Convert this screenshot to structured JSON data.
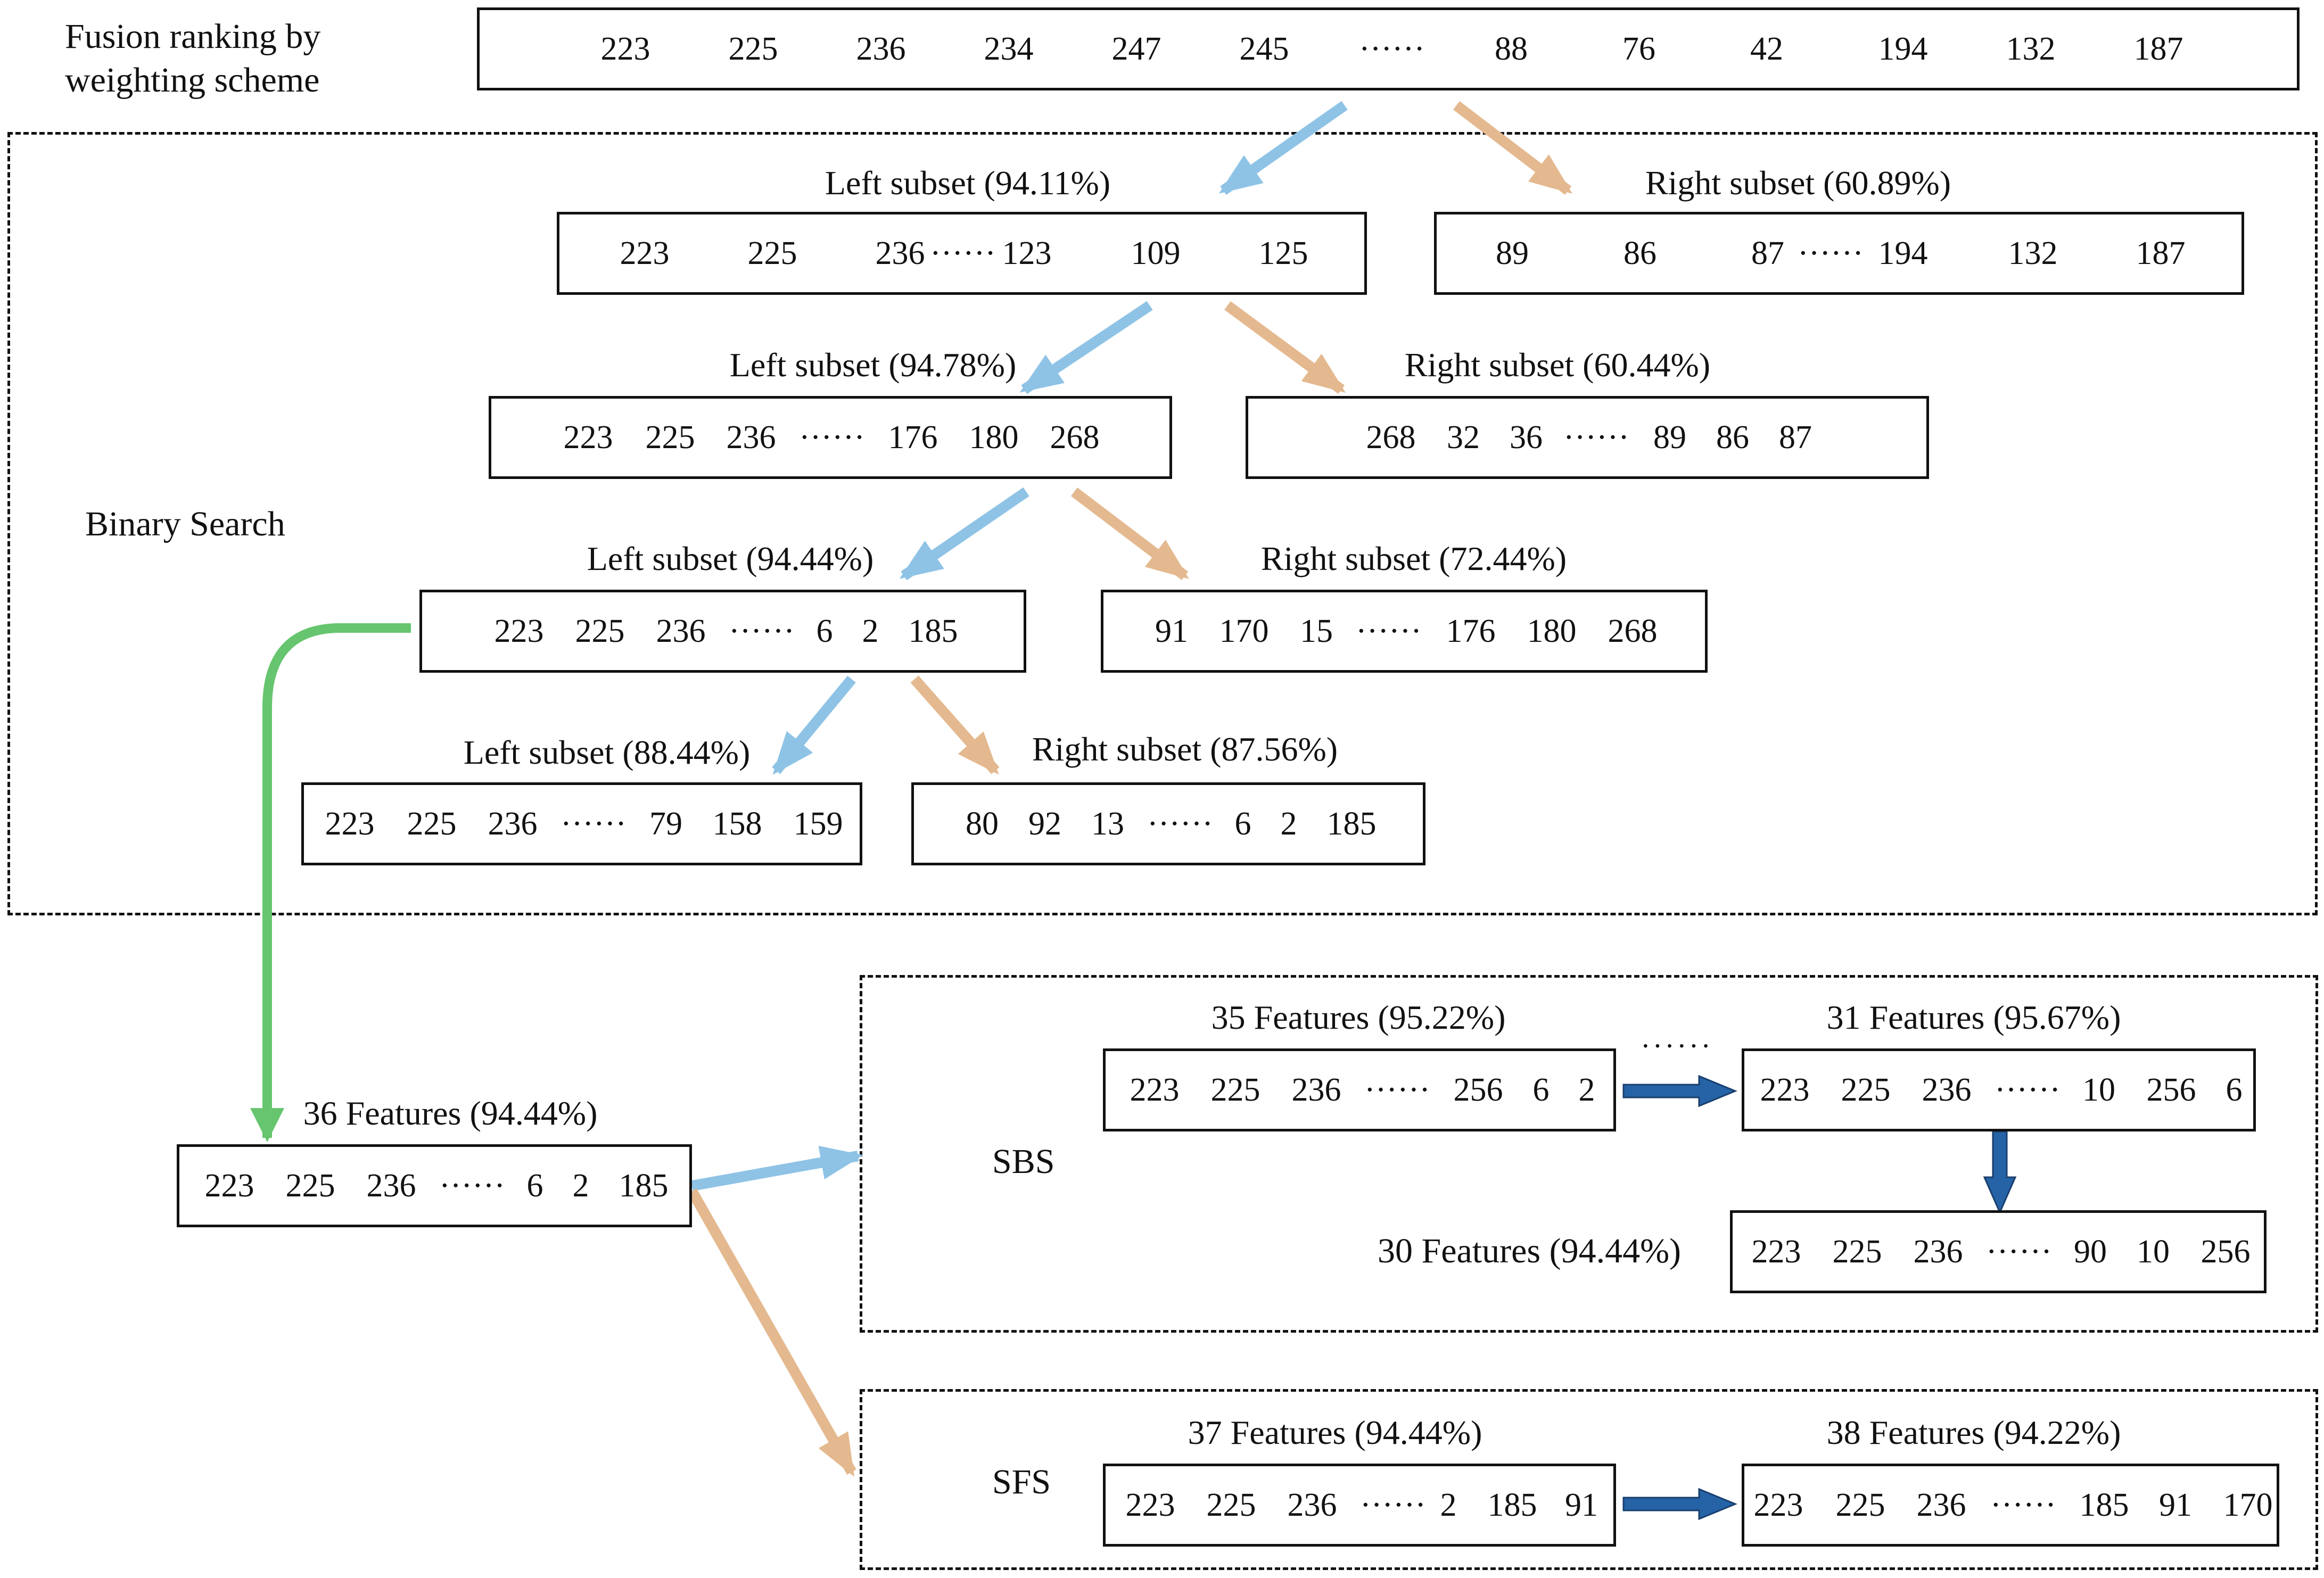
{
  "colors": {
    "blue": "#8ec3e6",
    "orange": "#e4b98f",
    "green": "#66c56e",
    "navy": "#2563a6"
  },
  "fusion": {
    "label_line1": "Fusion ranking by",
    "label_line2": "weighting scheme",
    "items": [
      "223",
      "225",
      "236",
      "234",
      "247",
      "245",
      "······",
      "88",
      "76",
      "42",
      "194",
      "132",
      "187"
    ]
  },
  "binary": {
    "label": "Binary Search",
    "l1": {
      "caption": "Left subset (94.11%)",
      "items": [
        "223",
        "225",
        "236",
        "······",
        "123",
        "109",
        "125"
      ]
    },
    "r1": {
      "caption": "Right subset (60.89%)",
      "items": [
        "89",
        "86",
        "87",
        "······",
        "194",
        "132",
        "187"
      ]
    },
    "l2": {
      "caption": "Left subset (94.78%)",
      "items": [
        "223",
        "225",
        "236",
        "······",
        "176",
        "180",
        "268"
      ]
    },
    "r2": {
      "caption": "Right subset (60.44%)",
      "items": [
        "268",
        "32",
        "36",
        "······",
        "89",
        "86",
        "87"
      ]
    },
    "l3": {
      "caption": "Left subset (94.44%)",
      "items": [
        "223",
        "225",
        "236",
        "······",
        "6",
        "2",
        "185"
      ]
    },
    "r3": {
      "caption": "Right subset (72.44%)",
      "items": [
        "91",
        "170",
        "15",
        "······",
        "176",
        "180",
        "268"
      ]
    },
    "l4": {
      "caption": "Left subset (88.44%)",
      "items": [
        "223",
        "225",
        "236",
        "······",
        "79",
        "158",
        "159"
      ]
    },
    "r4": {
      "caption": "Right subset (87.56%)",
      "items": [
        "80",
        "92",
        "13",
        "······",
        "6",
        "2",
        "185"
      ]
    }
  },
  "f36": {
    "caption": "36 Features (94.44%)",
    "items": [
      "223",
      "225",
      "236",
      "······",
      "6",
      "2",
      "185"
    ]
  },
  "sbs": {
    "label": "SBS",
    "f35": {
      "caption": "35 Features (95.22%)",
      "items": [
        "223",
        "225",
        "236",
        "······",
        "256",
        "6",
        "2"
      ]
    },
    "gap": "······",
    "f31": {
      "caption": "31 Features (95.67%)",
      "items": [
        "223",
        "225",
        "236",
        "······",
        "10",
        "256",
        "6"
      ]
    },
    "f30": {
      "caption": "30 Features (94.44%)",
      "items": [
        "223",
        "225",
        "236",
        "······",
        "90",
        "10",
        "256"
      ]
    }
  },
  "sfs": {
    "label": "SFS",
    "f37": {
      "caption": "37 Features (94.44%)",
      "items": [
        "223",
        "225",
        "236",
        "······",
        "2",
        "185",
        "91"
      ]
    },
    "f38": {
      "caption": "38 Features (94.22%)",
      "items": [
        "223",
        "225",
        "236",
        "······",
        "185",
        "91",
        "170"
      ]
    }
  }
}
